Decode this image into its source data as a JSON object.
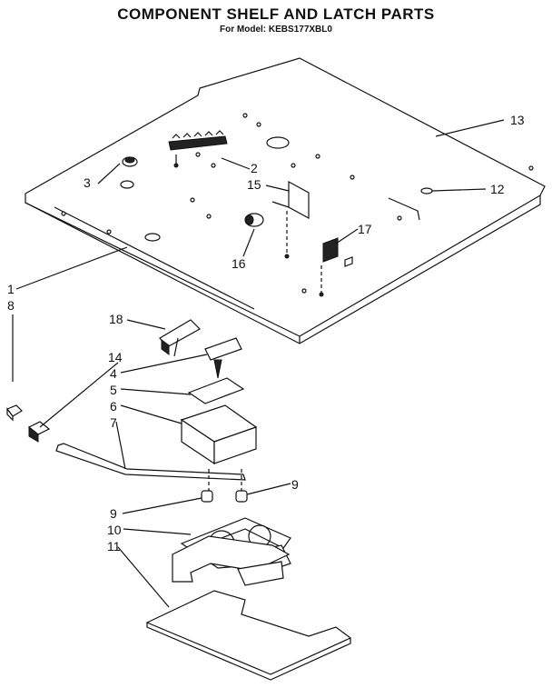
{
  "title": "COMPONENT SHELF AND LATCH PARTS",
  "subtitle": "For Model: KEBS177XBL0",
  "callouts": {
    "c1": "1",
    "c2": "2",
    "c3": "3",
    "c4": "4",
    "c5": "5",
    "c6": "6",
    "c7": "7",
    "c8": "8",
    "c9a": "9",
    "c9b": "9",
    "c10": "10",
    "c11": "11",
    "c12": "12",
    "c13": "13",
    "c14": "14",
    "c15": "15",
    "c16": "16",
    "c17": "17",
    "c18": "18"
  }
}
